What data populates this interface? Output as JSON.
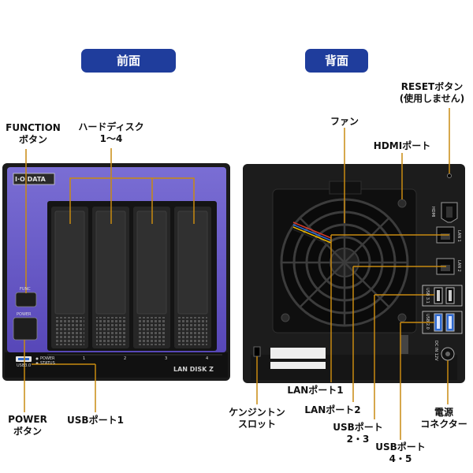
{
  "sections": {
    "front": "前面",
    "back": "背面"
  },
  "front_labels": {
    "function_button": [
      "FUNCTION",
      "ボタン"
    ],
    "hard_disk": [
      "ハードディスク",
      "1〜4"
    ],
    "power_button": [
      "POWER",
      "ボタン"
    ],
    "usb_port_1": "USBポート1"
  },
  "back_labels": {
    "reset_button": [
      "RESETボタン",
      "(使用しません)"
    ],
    "fan": "ファン",
    "hdmi_port": "HDMIポート",
    "lan_port_1": "LANポート1",
    "lan_port_2": "LANポート2",
    "kensington_slot": [
      "ケンジントン",
      "スロット"
    ],
    "usb_port_2_3": [
      "USBポート",
      "2・3"
    ],
    "usb_port_4_5": [
      "USBポート",
      "4・5"
    ],
    "dc_connector": [
      "電源",
      "コネクター"
    ]
  },
  "device_text": {
    "brand": "I·O DATA",
    "model": "LAN DISK Z",
    "func": "FUNC",
    "power": "POWER",
    "power_led": "POWER",
    "status_led": "STATUS",
    "usb_front": "USB3.0",
    "bay_numbers": [
      "1",
      "2",
      "3",
      "4"
    ],
    "hdmi": "HDMI",
    "lan1": "LAN 1",
    "lan2": "LAN 2",
    "usb31": "USB 3.1",
    "usb20": "USB 2.0",
    "dc_in": "DC IN 12V"
  },
  "colors": {
    "title_pill": "#1f3d9c",
    "front_panel": "#6b5fc8",
    "device_black": "#1a1a1a",
    "leader_line": "#c88a10",
    "usb_blue": "#2f6ad0"
  }
}
